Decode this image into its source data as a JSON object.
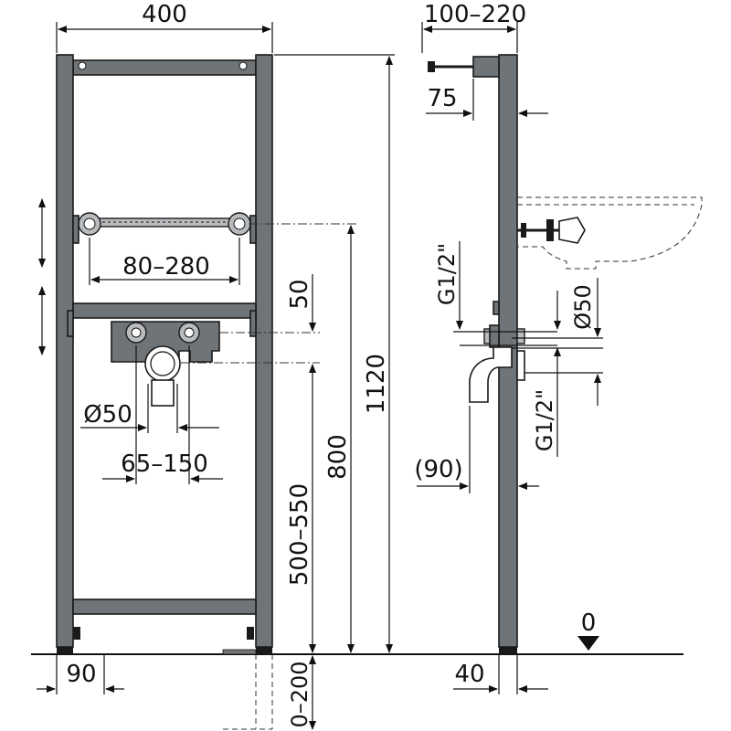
{
  "front_view": {
    "dim_width": "400",
    "dim_rail": "80–280",
    "dim_connection_drop": "50",
    "dim_drain": "Ø50",
    "dim_connections": "65–150",
    "dim_drain_height": "500–550",
    "dim_rail_height": "800",
    "dim_total_height": "1120",
    "dim_foot": "90",
    "dim_foot_adjust": "0–200"
  },
  "side_view": {
    "dim_depth": "100–220",
    "dim_offset": "75",
    "dim_thread_upper": "G1/2\"",
    "dim_drain": "Ø50",
    "dim_thread_lower": "G1/2\"",
    "dim_bend": "(90)",
    "dim_foot": "40",
    "floor_level": "0"
  }
}
